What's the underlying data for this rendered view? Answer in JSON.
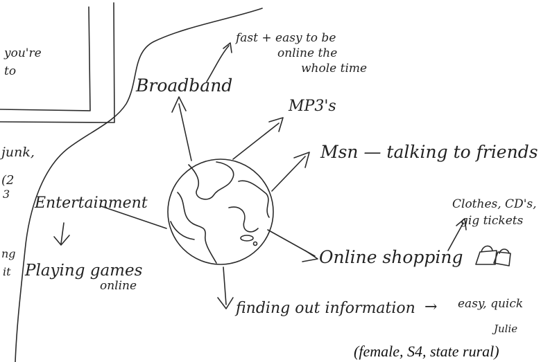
{
  "center": {
    "icon": "globe-icon"
  },
  "left_margin_fragments": [
    "you're",
    "to",
    "junk,",
    "(2",
    "3",
    "ng",
    "it"
  ],
  "nodes": {
    "broadband": "Broadband",
    "broadband_note_1": "fast + easy to be",
    "broadband_note_2": "online the",
    "broadband_note_3": "whole time",
    "mp3": "MP3's",
    "msn": "Msn  —  talking  to  friends",
    "entertainment": "Entertainment",
    "playing_games_1": "Playing  games",
    "playing_games_2": "online",
    "online_shopping": "Online   shopping",
    "shopping_note_1": "Clothes, CD's,",
    "shopping_note_2": "gig tickets",
    "finding_info": "finding  out  information",
    "arrow_symbol": "→",
    "finding_note": "easy, quick",
    "signature": "Julie"
  },
  "caption": "(female, S4, state rural)"
}
